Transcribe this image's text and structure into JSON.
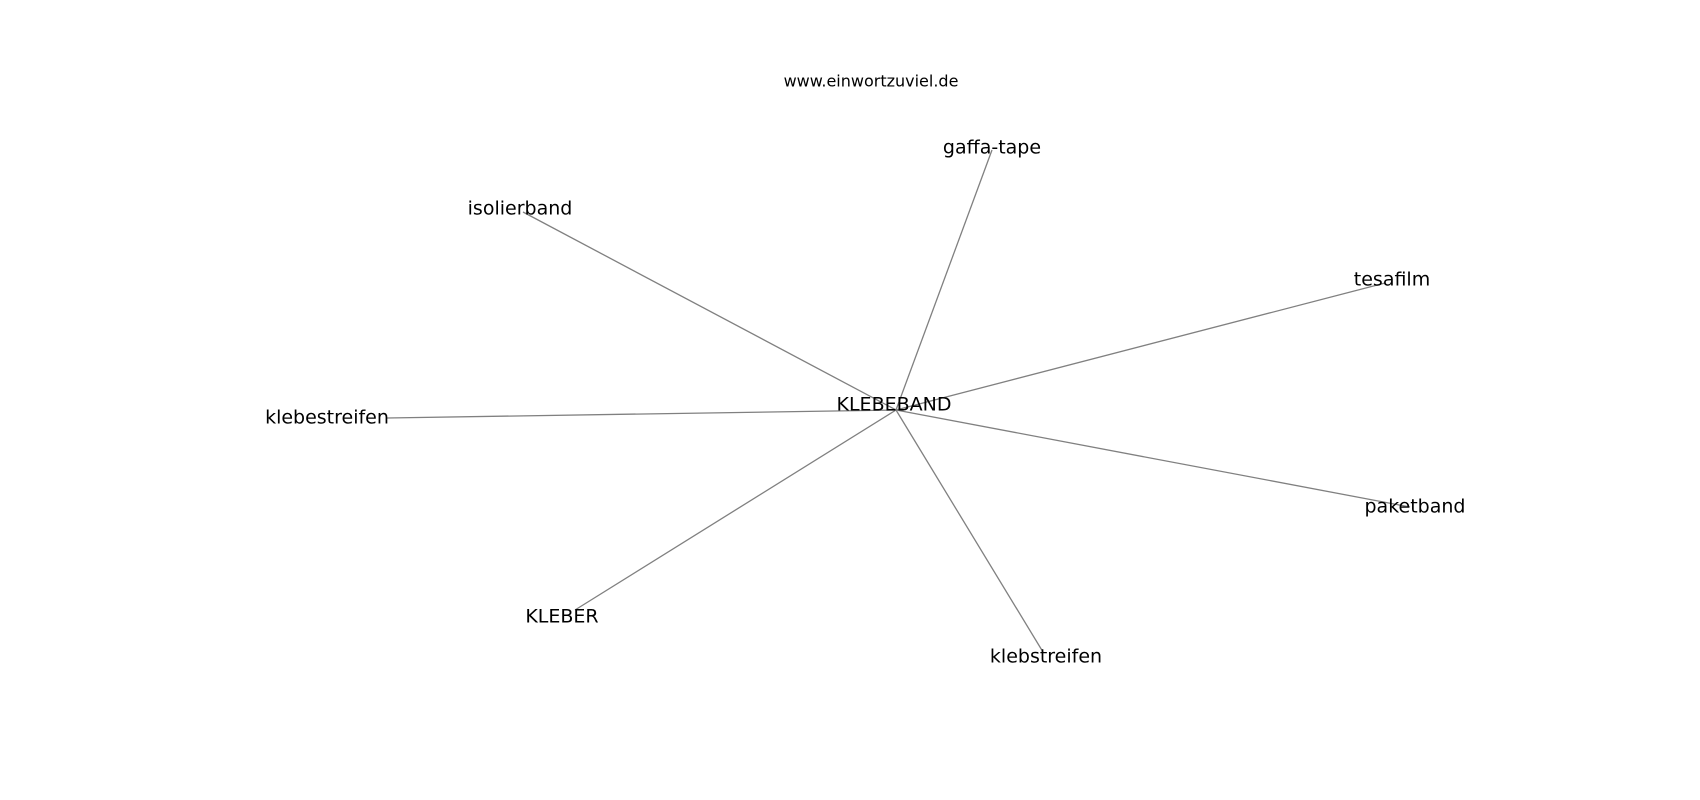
{
  "header": {
    "site": "www.einwortzuviel.de"
  },
  "graph": {
    "center": {
      "id": "klebeband",
      "label": "KLEBEBAND"
    },
    "nodes": [
      {
        "id": "gaffa-tape",
        "label": "gaffa-tape"
      },
      {
        "id": "isolierband",
        "label": "isolierband"
      },
      {
        "id": "tesafilm",
        "label": "tesafilm"
      },
      {
        "id": "klebestreifen",
        "label": "klebestreifen"
      },
      {
        "id": "paketband",
        "label": "paketband"
      },
      {
        "id": "kleber",
        "label": "KLEBER"
      },
      {
        "id": "klebstreifen",
        "label": "klebstreifen"
      }
    ],
    "edges": [
      [
        "klebeband",
        "gaffa-tape"
      ],
      [
        "klebeband",
        "isolierband"
      ],
      [
        "klebeband",
        "tesafilm"
      ],
      [
        "klebeband",
        "klebestreifen"
      ],
      [
        "klebeband",
        "paketband"
      ],
      [
        "klebeband",
        "kleber"
      ],
      [
        "klebeband",
        "klebstreifen"
      ]
    ],
    "edge_color": "#808080",
    "text_color": "#000000"
  }
}
